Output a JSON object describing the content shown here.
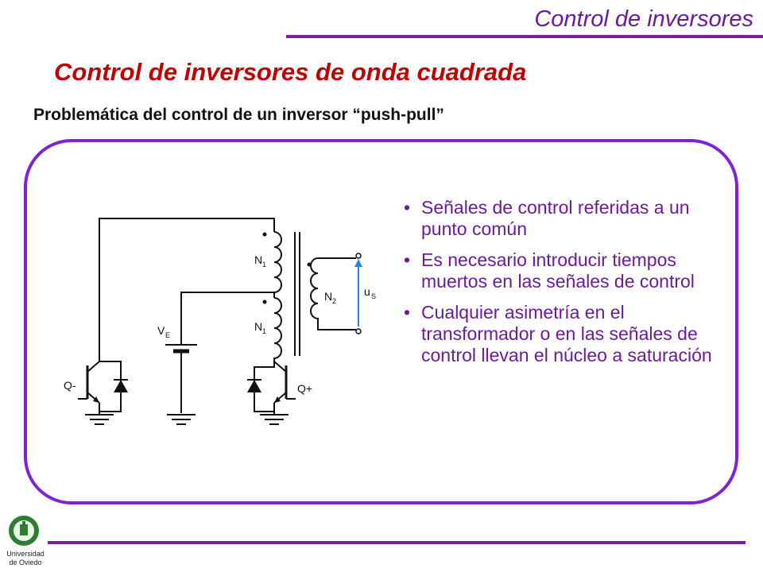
{
  "header": {
    "title": "Control de inversores"
  },
  "main_title": "Control de inversores de onda cuadrada",
  "subtitle": "Problemática del control de un inversor “push-pull”",
  "circuit": {
    "labels": {
      "q_minus": "Q-",
      "q_plus": "Q+",
      "n1_top": "N",
      "n1_top_sub": "1",
      "n1_bottom": "N",
      "n1_bottom_sub": "1",
      "n2": "N",
      "n2_sub": "2",
      "ve": "V",
      "ve_sub": "E",
      "us": "u",
      "us_sub": "S"
    }
  },
  "bullets": [
    {
      "marker": "•",
      "text": "Señales de control referidas a un punto común"
    },
    {
      "marker": "•",
      "text": "Es necesario introducir tiempos muertos en las señales de control"
    },
    {
      "marker": "•",
      "text": "Cualquier asimetría en el transformador o en las señales de control llevan el núcleo a saturación"
    }
  ],
  "footer": {
    "logo_text_line1": "Universidad",
    "logo_text_line2": "de Oviedo"
  },
  "colors": {
    "accent": "#7b1fa2",
    "title_red": "#c00000",
    "panel_border": "#7e22d6",
    "us_arrow": "#1e88e5"
  }
}
